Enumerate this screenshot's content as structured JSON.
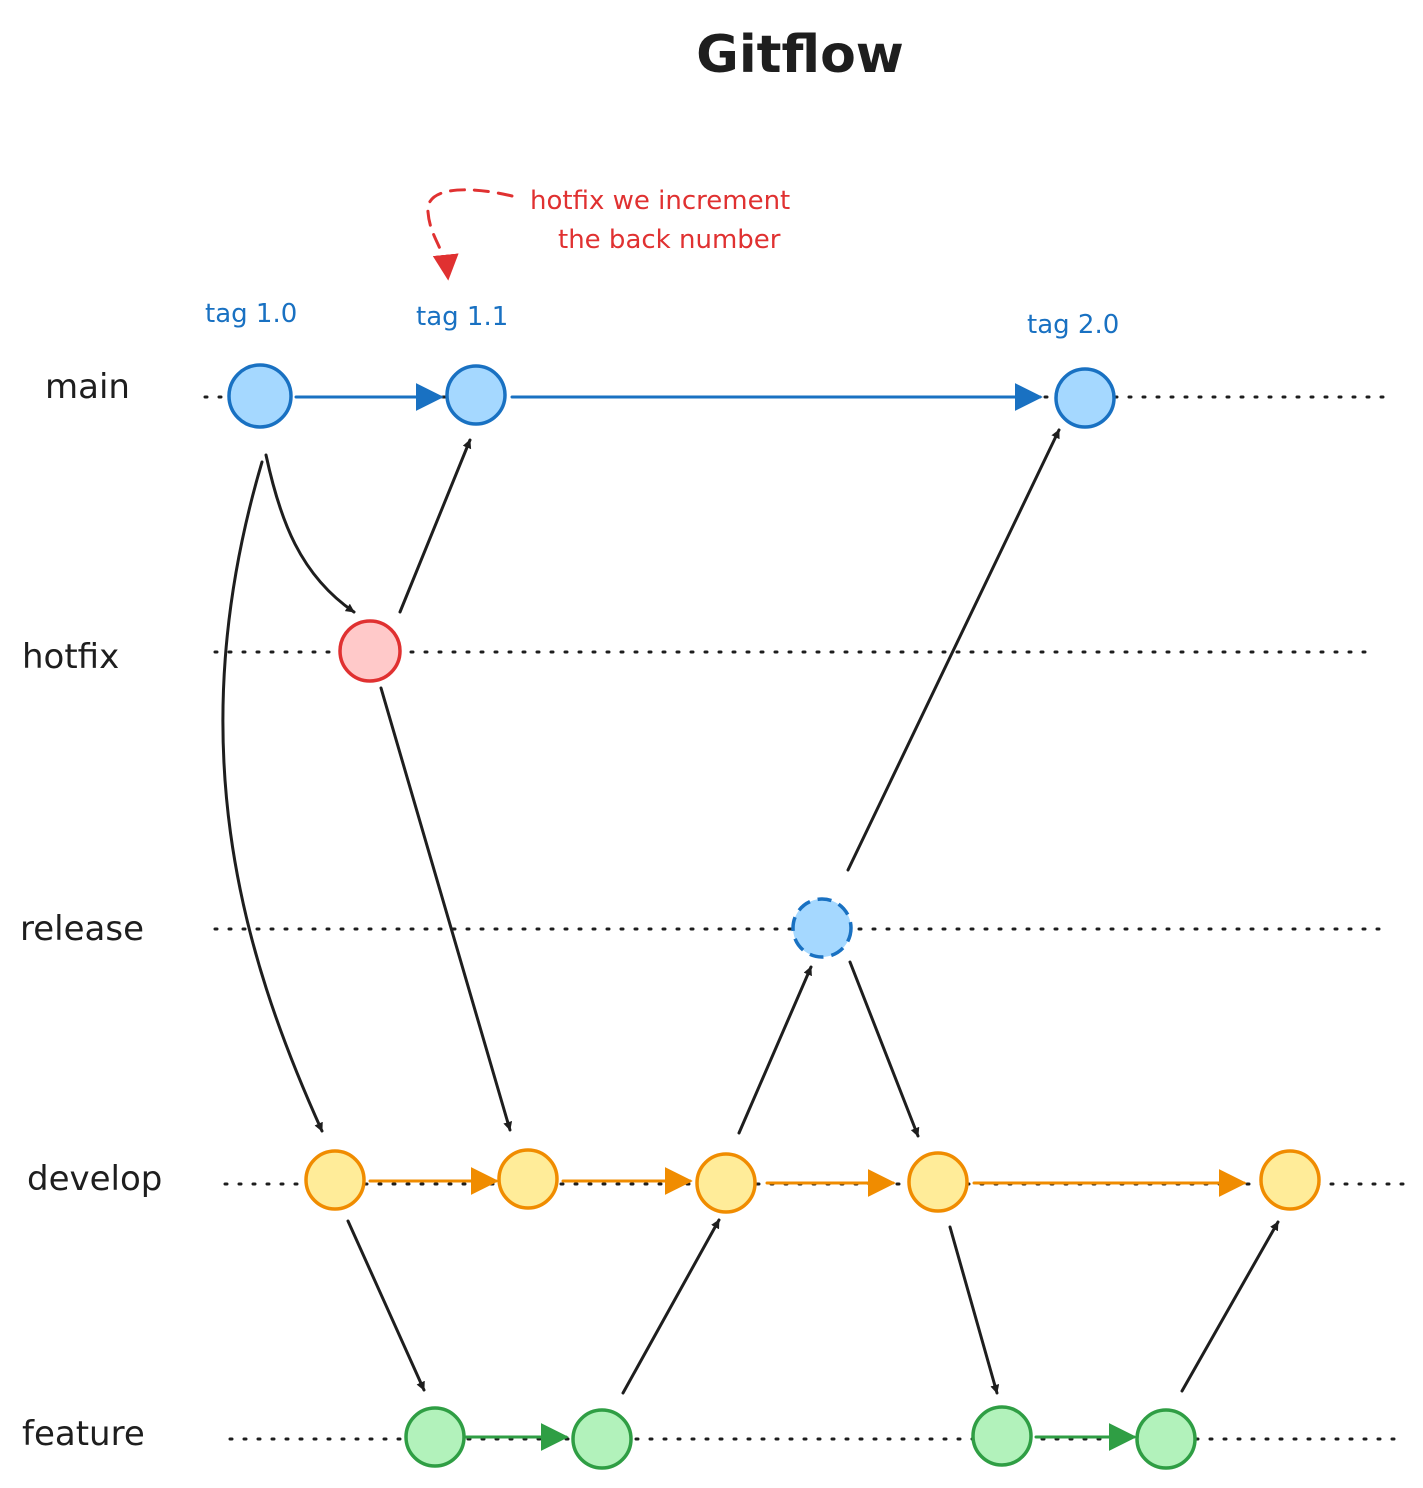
{
  "title": "Gitflow",
  "colors": {
    "main": {
      "fill": "#a5d8ff",
      "stroke": "#1971c2"
    },
    "hotfix": {
      "fill": "#ffc9c9",
      "stroke": "#e03131"
    },
    "release": {
      "fill": "#a5d8ff",
      "stroke": "#1971c2"
    },
    "develop": {
      "fill": "#ffec99",
      "stroke": "#f08c00"
    },
    "feature": {
      "fill": "#b2f2bb",
      "stroke": "#2f9e44"
    },
    "merge": "#1e1e1e",
    "note": "#e03131",
    "tag": "#1971c2"
  },
  "lanes": {
    "main": "main",
    "hotfix": "hotfix",
    "release": "release",
    "develop": "develop",
    "feature": "feature"
  },
  "tags": {
    "t10": "tag 1.0",
    "t11": "tag 1.1",
    "t20": "tag 2.0"
  },
  "note": {
    "line1": "hotfix we increment",
    "line2": "the back number"
  }
}
